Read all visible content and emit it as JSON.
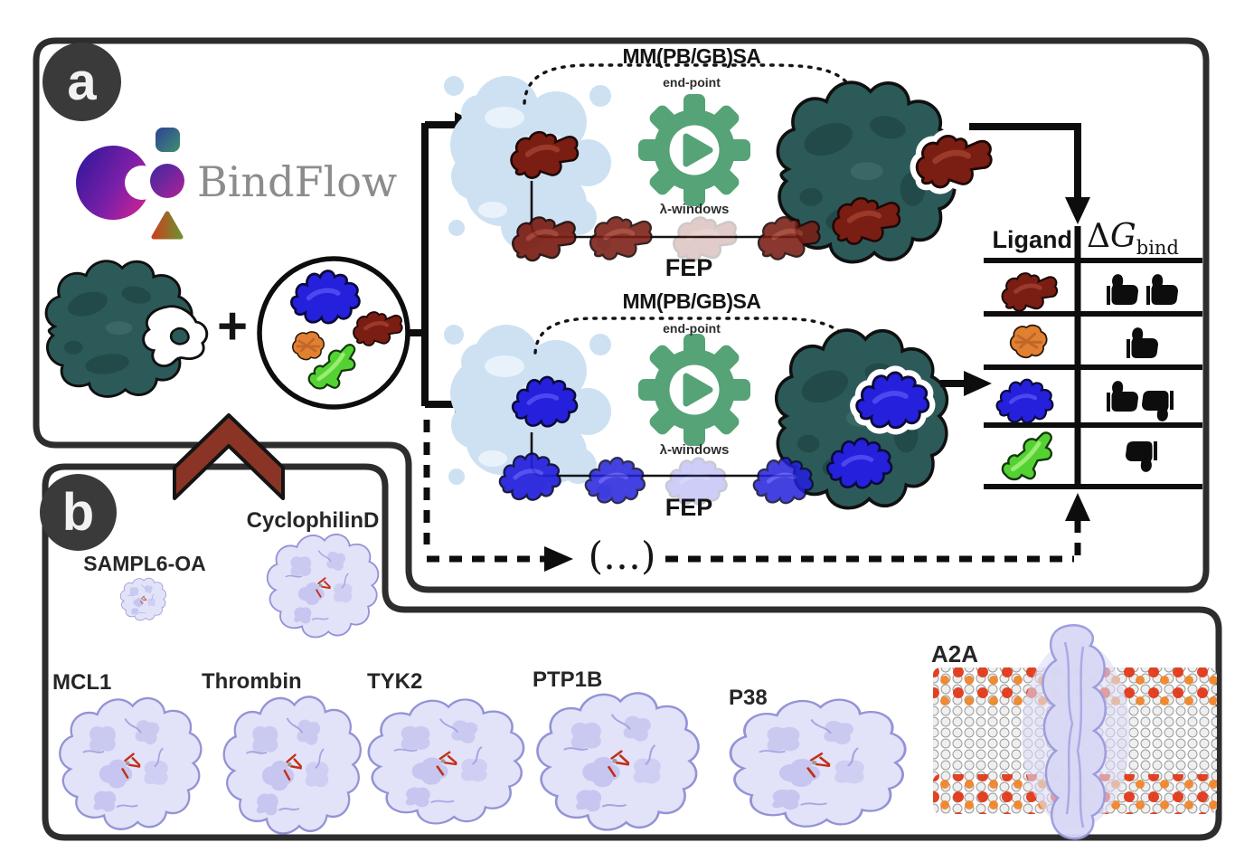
{
  "figure": {
    "panel_a": {
      "badge": "a",
      "logo": {
        "text": "BindFlow"
      },
      "plus_sign": "+",
      "receptor": "target-protein",
      "ligand_pool": {
        "members": [
          "blue",
          "dark-red",
          "orange",
          "green"
        ],
        "colors": {
          "blue": "#2420dc",
          "dark-red": "#7a1d13",
          "orange": "#e08030",
          "green": "#55d233"
        }
      },
      "workflow_rows": [
        {
          "ligand": "dark-red",
          "method_endpoint": "MM(PB/GB)SA",
          "endpoint_caption": "end-point",
          "engine_icon": "gear-play-icon",
          "lambda_caption": "λ-windows",
          "method_alchemical": "FEP"
        },
        {
          "ligand": "blue",
          "method_endpoint": "MM(PB/GB)SA",
          "endpoint_caption": "end-point",
          "engine_icon": "gear-play-icon",
          "lambda_caption": "λ-windows",
          "method_alchemical": "FEP"
        }
      ],
      "ellipsis": "(…)",
      "results_table": {
        "col1_header": "Ligand",
        "col2_header_delta": "Δ",
        "col2_header_G": "G",
        "col2_header_sub": "bind",
        "rows": [
          {
            "ligand": "dark-red",
            "ligand_color": "#7a1d13",
            "rating": "up up"
          },
          {
            "ligand": "orange",
            "ligand_color": "#e08030",
            "rating": "up"
          },
          {
            "ligand": "blue",
            "ligand_color": "#2420dc",
            "rating": "up down"
          },
          {
            "ligand": "green",
            "ligand_color": "#55d233",
            "rating": "down"
          }
        ]
      }
    },
    "panel_b": {
      "badge": "b",
      "systems": [
        {
          "name": "SAMPL6-OA"
        },
        {
          "name": "CyclophilinD"
        },
        {
          "name": "MCL1"
        },
        {
          "name": "Thrombin"
        },
        {
          "name": "TYK2"
        },
        {
          "name": "PTP1B"
        },
        {
          "name": "P38"
        },
        {
          "name": "A2A"
        }
      ]
    },
    "colors": {
      "panel_border": "#2d2d2d",
      "badge_bg": "#3a3a3a",
      "protein_teal": "#2c5a58",
      "solvent_blue": "#cde1f2",
      "gear_green": "#55a377",
      "surface_lavender": "#e2e2f9",
      "chevron_red": "#8a3425",
      "membrane_red": "#e23313",
      "membrane_orange": "#f08226"
    }
  }
}
